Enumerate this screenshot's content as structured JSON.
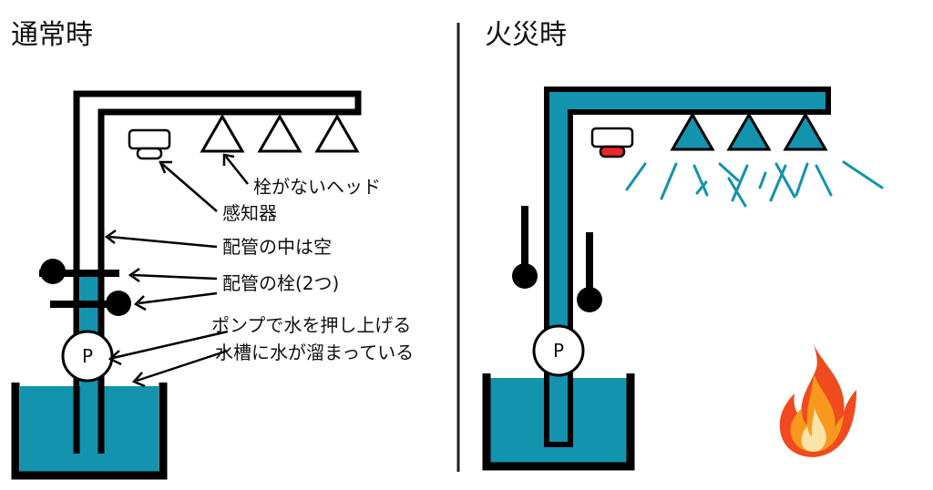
{
  "panels": {
    "normal": {
      "title": "通常時",
      "pump_label": "P",
      "labels": {
        "head": "栓がないヘッド",
        "sensor": "感知器",
        "pipe_empty": "配管の中は空",
        "valves": "配管の栓(2つ)",
        "pump": "ポンプで水を押し上げる",
        "tank": "水槽に水が溜まっている"
      }
    },
    "fire": {
      "title": "火災時",
      "pump_label": "P"
    }
  },
  "icons": {
    "sensor": "smoke-detector-icon",
    "head": "sprinkler-head-icon",
    "valve": "valve-knob-icon",
    "flame": "fire-icon"
  },
  "colors": {
    "water": "#1393ae",
    "pipe_outline": "#000000",
    "sensor_alarm": "#e8262b",
    "flame_outer": "#f04a1e",
    "flame_mid": "#f8991d",
    "flame_core": "#fde3a7"
  }
}
